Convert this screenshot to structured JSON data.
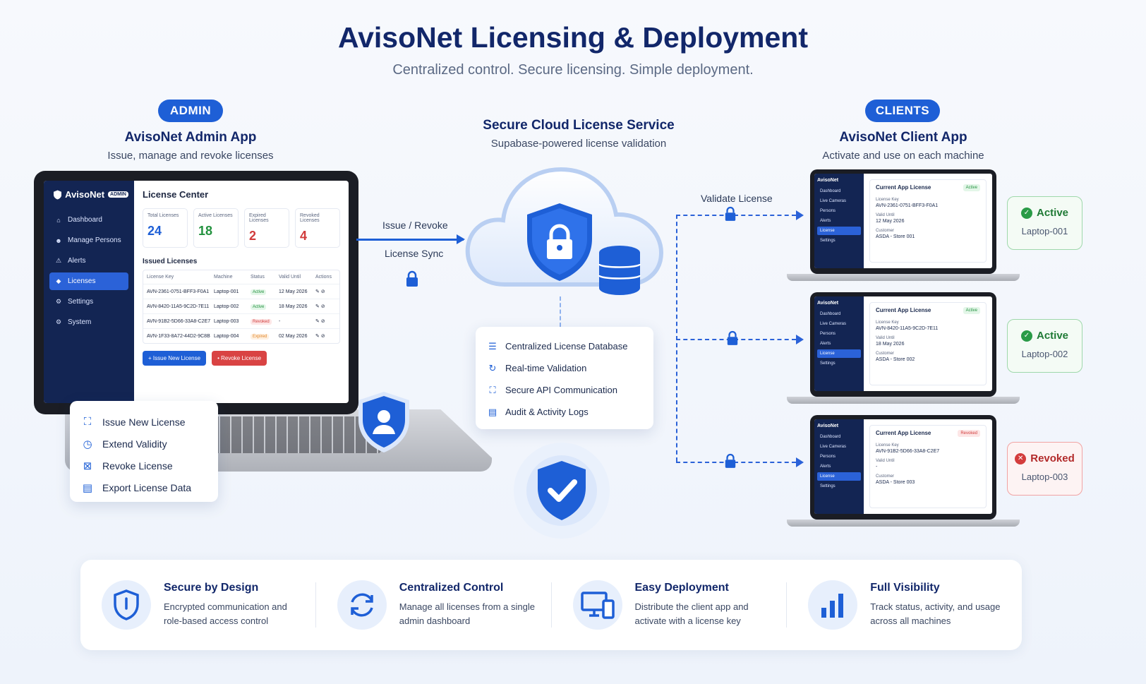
{
  "title": "AvisoNet Licensing & Deployment",
  "subtitle": "Centralized control. Secure licensing. Simple deployment.",
  "admin": {
    "pill": "ADMIN",
    "heading": "AvisoNet Admin App",
    "sub": "Issue, manage and revoke licenses",
    "app": {
      "brand": "AvisoNet",
      "tag": "ADMIN",
      "nav": [
        "Dashboard",
        "Manage Persons",
        "Alerts",
        "Licenses",
        "Settings",
        "System"
      ],
      "page_title": "License Center",
      "stats": [
        {
          "label": "Total Licenses",
          "value": "24",
          "color": "#1e5fd6"
        },
        {
          "label": "Active Licenses",
          "value": "18",
          "color": "#23923f"
        },
        {
          "label": "Expired Licenses",
          "value": "2",
          "color": "#d13b3b"
        },
        {
          "label": "Revoked Licenses",
          "value": "4",
          "color": "#d13b3b"
        }
      ],
      "issued_title": "Issued Licenses",
      "columns": [
        "License Key",
        "Machine",
        "Status",
        "Valid Until",
        "Actions"
      ],
      "rows": [
        {
          "key": "AVN-2361-0751-BFF3-F0A1",
          "machine": "Laptop-001",
          "status": "Active",
          "valid": "12 May 2026"
        },
        {
          "key": "AVN-8420-11A5-9C2D-7E11",
          "machine": "Laptop-002",
          "status": "Active",
          "valid": "18 May 2026"
        },
        {
          "key": "AVN-91B2-5D66-33A8-C2E7",
          "machine": "Laptop-003",
          "status": "Revoked",
          "valid": "-"
        },
        {
          "key": "AVN-1F33-8A72-44D2-9C8B",
          "machine": "Laptop-004",
          "status": "Expired",
          "valid": "02 May 2026"
        }
      ],
      "issue_btn": "Issue New License",
      "revoke_btn": "Revoke License"
    },
    "actions": [
      "Issue New License",
      "Extend Validity",
      "Revoke License",
      "Export License Data"
    ]
  },
  "arrow": {
    "top": "Issue / Revoke",
    "bottom": "License Sync"
  },
  "cloud": {
    "heading": "Secure Cloud License Service",
    "sub": "Supabase-powered license validation",
    "items": [
      "Centralized License Database",
      "Real-time Validation",
      "Secure API Communication",
      "Audit & Activity Logs"
    ]
  },
  "clients": {
    "pill": "CLIENTS",
    "heading": "AvisoNet Client App",
    "sub": "Activate and use on each machine",
    "validate": "Validate License",
    "app": {
      "brand": "AvisoNet",
      "nav": [
        "Dashboard",
        "Live Cameras",
        "Persons",
        "Alerts",
        "License",
        "Settings"
      ],
      "card_title": "Current App License",
      "key_label": "License Key",
      "valid_label": "Valid Until",
      "customer_label": "Customer"
    },
    "machines": [
      {
        "status": "Active",
        "machine": "Laptop-001",
        "key": "AVN-2361-0751-BFF3-F0A1",
        "valid": "12 May 2026",
        "customer": "ASDA - Store 001"
      },
      {
        "status": "Active",
        "machine": "Laptop-002",
        "key": "AVN-8420-11A5-9C2D-7E11",
        "valid": "18 May 2026",
        "customer": "ASDA - Store 002"
      },
      {
        "status": "Revoked",
        "machine": "Laptop-003",
        "key": "AVN-91B2-5D66-33A8-C2E7",
        "valid": "-",
        "customer": "ASDA - Store 003"
      }
    ]
  },
  "features": [
    {
      "title": "Secure by Design",
      "desc": "Encrypted communication and role-based access control",
      "icon": "shield-icon"
    },
    {
      "title": "Centralized Control",
      "desc": "Manage all licenses from a single admin dashboard",
      "icon": "sync-icon"
    },
    {
      "title": "Easy Deployment",
      "desc": "Distribute the client app and activate with a license key",
      "icon": "devices-icon"
    },
    {
      "title": "Full Visibility",
      "desc": "Track status, activity, and usage across all machines",
      "icon": "bar-chart-icon"
    }
  ],
  "colors": {
    "accent": "#1e5fd6",
    "navy": "#12276a",
    "active": "#23923f",
    "revoked": "#d13b3b"
  }
}
